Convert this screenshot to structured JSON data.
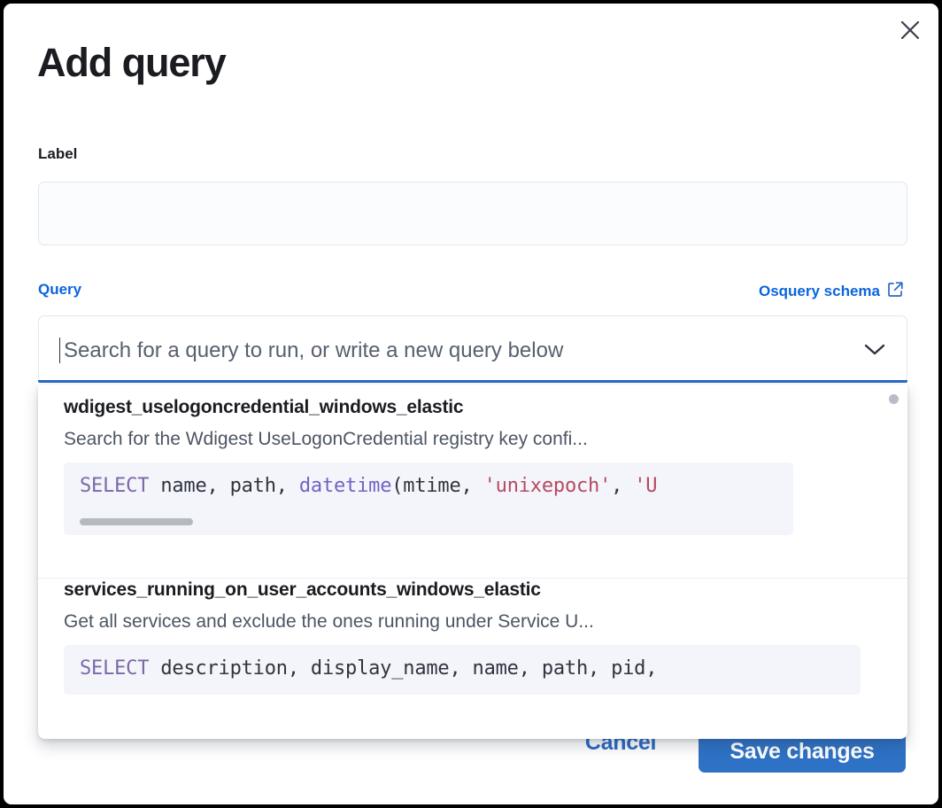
{
  "dialog": {
    "title": "Add query",
    "close_icon": "close-icon"
  },
  "label_field": {
    "label": "Label",
    "value": "",
    "placeholder": ""
  },
  "query_field": {
    "label": "Query",
    "schema_link": "Osquery schema",
    "schema_link_icon": "external-link-icon",
    "placeholder": "Search for a query to run, or write a new query below",
    "value": "",
    "chevron_icon": "chevron-down-icon"
  },
  "dropdown": {
    "items": [
      {
        "title": "wdigest_uselogoncredential_windows_elastic",
        "description": "Search for the Wdigest UseLogonCredential registry key confi...",
        "code_tokens": [
          {
            "t": "SELECT",
            "c": "kw"
          },
          {
            "t": " name, path, ",
            "c": ""
          },
          {
            "t": "datetime",
            "c": "fn"
          },
          {
            "t": "(mtime, ",
            "c": ""
          },
          {
            "t": "'unixepoch'",
            "c": "str"
          },
          {
            "t": ", ",
            "c": ""
          },
          {
            "t": "'U",
            "c": "str"
          }
        ]
      },
      {
        "title": "services_running_on_user_accounts_windows_elastic",
        "description": "Get all services and exclude the ones running under Service U...",
        "code_tokens": [
          {
            "t": "SELECT",
            "c": "kw"
          },
          {
            "t": " description, display_name, name, path, pid,",
            "c": ""
          }
        ]
      }
    ]
  },
  "footer": {
    "cancel": "Cancel",
    "save": "Save changes"
  },
  "colors": {
    "accent_blue": "#0b64dd",
    "button_blue": "#2e72c5",
    "focus_bar": "#2a6ac4",
    "sql_keyword": "#7b68a8",
    "sql_function": "#6e64c4",
    "sql_string": "#b54a62",
    "code_bg": "#f4f5fa"
  }
}
